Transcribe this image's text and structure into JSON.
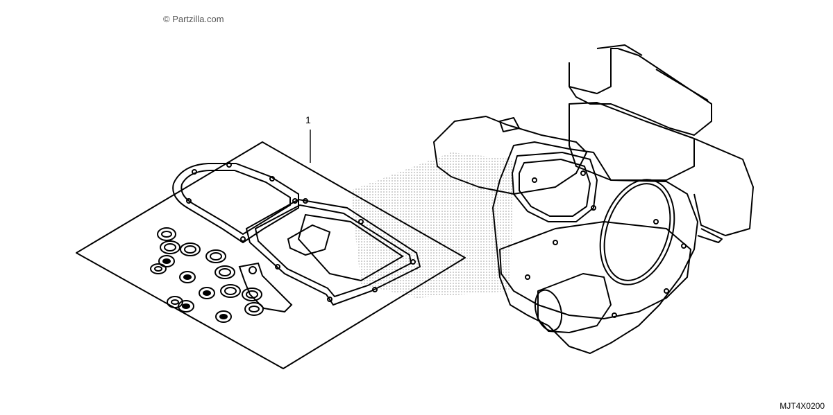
{
  "watermark": {
    "text": "© Partzilla.com"
  },
  "callout": {
    "number": "1"
  },
  "footer": {
    "part_code": "MJT4X0200"
  }
}
